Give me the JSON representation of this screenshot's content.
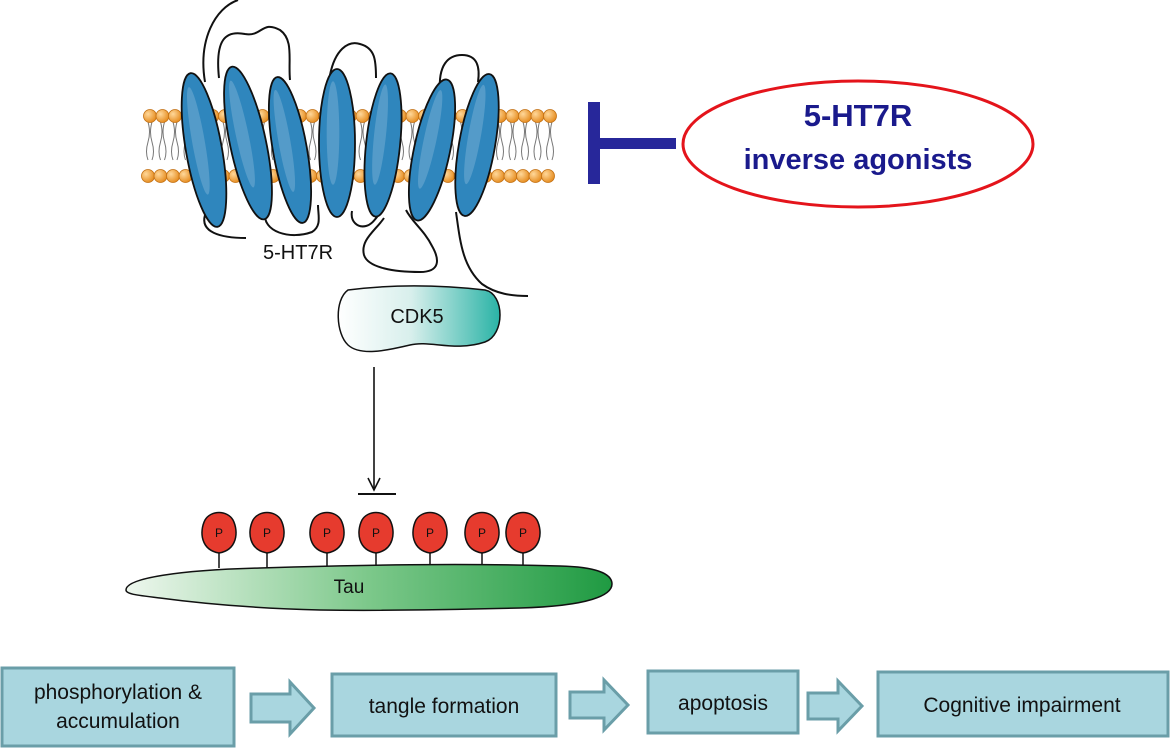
{
  "receptor": {
    "label": "5-HT7R"
  },
  "kinase": {
    "label": "CDK5"
  },
  "tau": {
    "label": "Tau",
    "phospho_label": "P",
    "phospho_count": 7
  },
  "inhibitor": {
    "line1": "5-HT7R",
    "line2": "inverse agonists"
  },
  "pathway": {
    "steps": [
      {
        "line1": "phosphorylation &",
        "line2": "accumulation"
      },
      {
        "line1": "tangle formation"
      },
      {
        "line1": "apoptosis"
      },
      {
        "line1": "Cognitive impairment"
      }
    ]
  },
  "colors": {
    "helix": "#2f86bd",
    "lipid_head": "#f0a23a",
    "inhibitor_text": "#1a1a8c",
    "inhibitor_ellipse": "#e4141b",
    "tbar": "#27279a",
    "phospho": "#e63b2e",
    "tau_dark": "#2aa04a",
    "tau_light": "#e6f3e6",
    "cdk5_dark": "#2ab3a6",
    "box_fill": "#a9d6df",
    "box_border": "#6a9ea8",
    "arrow_fill": "#a9d6df"
  }
}
